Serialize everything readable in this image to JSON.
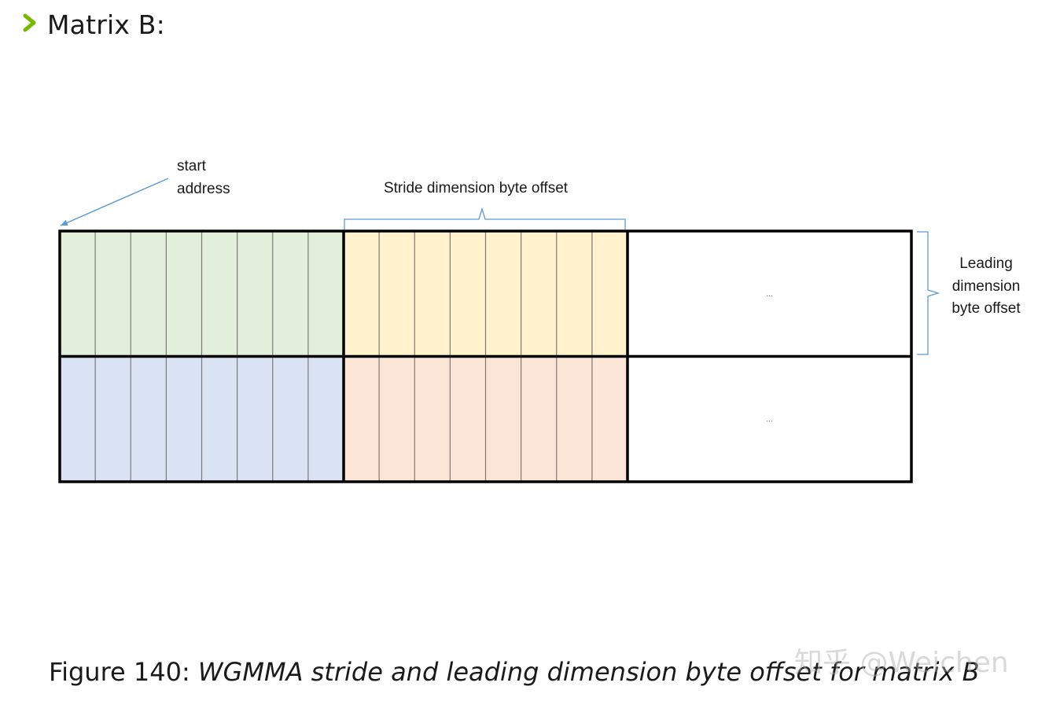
{
  "header": {
    "icon": "chevron-right-icon",
    "title": "Matrix B:"
  },
  "diagram": {
    "start_address_label": [
      "start",
      "address"
    ],
    "stride_label": "Stride dimension byte offset",
    "leading_label": [
      "Leading",
      "dimension",
      "byte offset"
    ],
    "ellipsis": "...",
    "rows": 2,
    "block_columns": 3,
    "sub_columns_per_block": 8,
    "block_colors": [
      [
        "#e2efda",
        "#fff2cc",
        "#ffffff"
      ],
      [
        "#dae3f3",
        "#fbe5d6",
        "#ffffff"
      ]
    ],
    "accent_color": "#5b9bd5",
    "chevron_color": "#76b900"
  },
  "caption": {
    "prefix": "Figure 140: ",
    "text": "WGMMA stride and leading dimension byte offset for matrix B"
  },
  "watermark": "知乎 @Weichen"
}
